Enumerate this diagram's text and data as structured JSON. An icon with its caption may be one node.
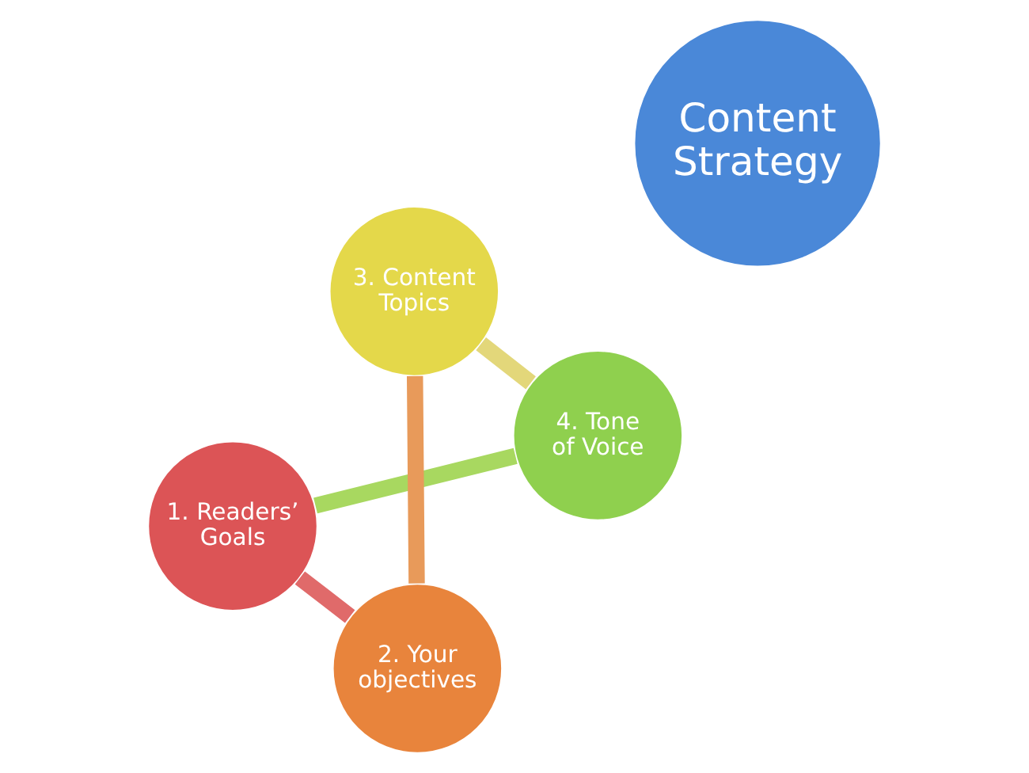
{
  "diagram": {
    "nodes": [
      {
        "text": [
          "Content Strategy"
        ]
      },
      {
        "text": [
          "1. Readers’ Goals"
        ]
      },
      {
        "text": [
          "2. Your objectives"
        ]
      },
      {
        "text": [
          "3. Content Topics"
        ]
      },
      {
        "text": [
          "4. Tone of Voice"
        ]
      }
    ],
    "edges": [
      {
        "from": 1,
        "to": 2,
        "arrow": "none",
        "color": "#e06a6a"
      },
      {
        "from": 2,
        "to": 3,
        "arrow": "none",
        "color": "#e89a5a"
      },
      {
        "from": 3,
        "to": 4,
        "arrow": "none",
        "color": "#e3d77a"
      },
      {
        "from": 4,
        "to": 1,
        "arrow": "none",
        "color": "#a8d860"
      }
    ]
  }
}
